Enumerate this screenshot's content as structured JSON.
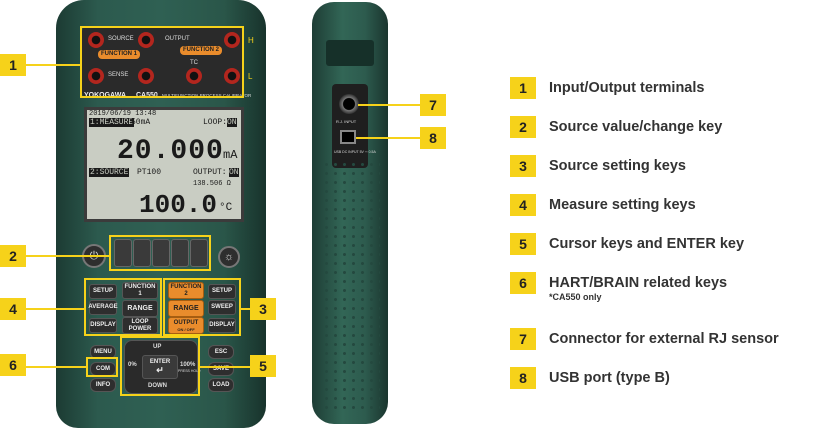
{
  "device": {
    "brand": "YOKOGAWA",
    "model": "CA550",
    "subtitle": "MULTIFUNCTION PROCESS CALIBRATOR",
    "terminals": {
      "function1": "FUNCTION 1",
      "function2": "FUNCTION 2",
      "source": "SOURCE",
      "sense": "SENSE",
      "output": "OUTPUT",
      "tc": "TC",
      "h": "H",
      "l": "L"
    },
    "screen": {
      "datetime": "2019/06/19 13:48",
      "line1_mode": "1:MEASURE",
      "line1_range": "50mA",
      "line1_loop_label": "LOOP:",
      "line1_loop_value": "ON",
      "main_value": "20.000",
      "main_unit": "mA",
      "line2_mode": "2:SOURCE",
      "line2_sensor": "PT100",
      "line2_output_label": "OUTPUT:",
      "line2_output_value": "ON",
      "resistance": "138.506 Ω",
      "source_value": "100.0",
      "source_unit": "°C"
    },
    "keys": {
      "setup_left": "SETUP",
      "function1": "FUNCTION 1",
      "average": "AVERAGE",
      "range_left": "RANGE",
      "display_left": "DISPLAY",
      "loop_power": "LOOP POWER",
      "function2": "FUNCTION 2",
      "setup_right": "SETUP",
      "range_right": "RANGE",
      "sweep": "SWEEP",
      "output": "OUTPUT",
      "output_sub": "ON / OFF",
      "display_right": "DISPLAY",
      "menu": "MENU",
      "com": "COM",
      "info": "INFO",
      "esc": "ESC",
      "save": "SAVE",
      "load": "LOAD",
      "up": "UP",
      "down": "DOWN",
      "enter": "ENTER",
      "zero": "0%",
      "hundred": "100%",
      "press_hold": "PRESS HOLD"
    }
  },
  "side_view": {
    "rj_label": "R.J. INPUT",
    "usb_label": "USB DC INPUT 5V ⎓ 0.5A"
  },
  "callouts": [
    "1",
    "2",
    "3",
    "4",
    "5",
    "6",
    "7",
    "8"
  ],
  "legend": [
    {
      "num": "1",
      "text": "Input/Output terminals",
      "note": ""
    },
    {
      "num": "2",
      "text": "Source value/change key",
      "note": ""
    },
    {
      "num": "3",
      "text": "Source setting keys",
      "note": ""
    },
    {
      "num": "4",
      "text": "Measure setting keys",
      "note": ""
    },
    {
      "num": "5",
      "text": "Cursor keys and ENTER key",
      "note": ""
    },
    {
      "num": "6",
      "text": "HART/BRAIN related keys",
      "note": "*CA550 only"
    },
    {
      "num": "7",
      "text": "Connector for external RJ sensor",
      "note": ""
    },
    {
      "num": "8",
      "text": "USB port (type B)",
      "note": ""
    }
  ],
  "colors": {
    "accent": "#f6d21a",
    "body": "#2f6053",
    "orange_key": "#e98c2c",
    "screen": "#c9cdc3"
  }
}
